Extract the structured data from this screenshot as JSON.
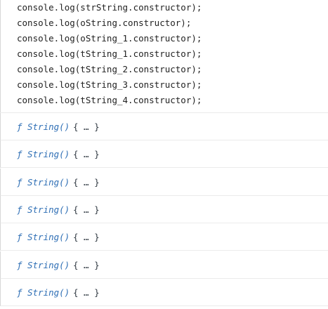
{
  "console": {
    "input_lines": [
      "console.log(strString.constructor);",
      "console.log(oString.constructor);",
      "console.log(oString_1.constructor);",
      "console.log(tString_1.constructor);",
      "console.log(tString_2.constructor);",
      "console.log(tString_3.constructor);",
      "console.log(tString_4.constructor);"
    ],
    "outputs": [
      {
        "keyword": "ƒ",
        "name": "String()",
        "body": "{ … }"
      },
      {
        "keyword": "ƒ",
        "name": "String()",
        "body": "{ … }"
      },
      {
        "keyword": "ƒ",
        "name": "String()",
        "body": "{ … }"
      },
      {
        "keyword": "ƒ",
        "name": "String()",
        "body": "{ … }"
      },
      {
        "keyword": "ƒ",
        "name": "String()",
        "body": "{ … }"
      },
      {
        "keyword": "ƒ",
        "name": "String()",
        "body": "{ … }"
      },
      {
        "keyword": "ƒ",
        "name": "String()",
        "body": "{ … }"
      }
    ]
  },
  "colors": {
    "code_text": "#222222",
    "function_output": "#2f6fb5",
    "row_divider": "#ebebeb",
    "left_border": "#d6d6d6"
  }
}
